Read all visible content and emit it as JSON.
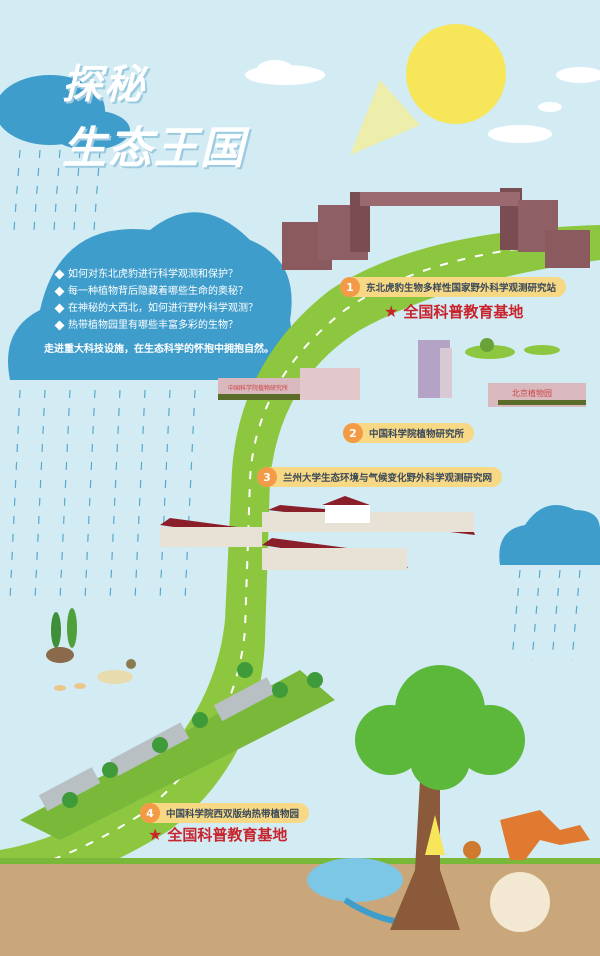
{
  "title": {
    "line1": "探秘",
    "line2": "生态王国"
  },
  "intro": {
    "questions": [
      "如何对东北虎豹进行科学观测和保护？",
      "每一种植物背后隐藏着哪些生命的奥秘？",
      "在神秘的大西北，如何进行野外科学观测？",
      "热带植物园里有哪些丰富多彩的生物？"
    ],
    "slogan": "走进重大科技设施，在生态科学的怀抱中拥抱自然。"
  },
  "stations": [
    {
      "number": "1",
      "name": "东北虎豹生物多样性国家野外科学观测研究站",
      "badge": "全国科普教育基地"
    },
    {
      "number": "2",
      "name": "中国科学院植物研究所",
      "signs": [
        "中国科学院植物研究所",
        "北京植物园"
      ]
    },
    {
      "number": "3",
      "name": "兰州大学生态环境与气候变化野外科学观测研究网"
    },
    {
      "number": "4",
      "name": "中国科学院西双版纳热带植物园",
      "badge": "全国科普教育基地"
    }
  ],
  "colors": {
    "sky": "#d3ecf4",
    "road": "#8dc63f",
    "cloud_blue": "#3f9dcc",
    "sun": "#f7e65a",
    "badge_red": "#c8242d",
    "label_bg": "#f7d985",
    "num_bg": "#f29a45",
    "soil": "#c9a77a"
  }
}
